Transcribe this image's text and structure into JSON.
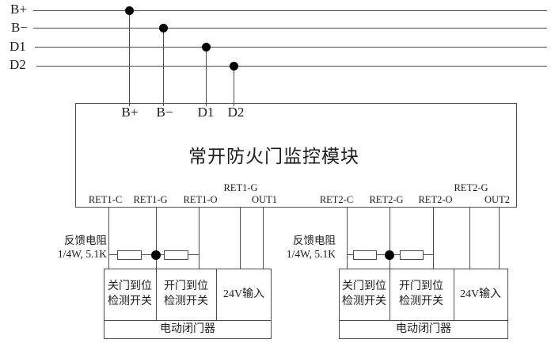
{
  "colors": {
    "line": "#4d4d4d",
    "text": "#1c1c1c",
    "dot": "#000000",
    "background": "#ffffff"
  },
  "bus": {
    "labels": [
      "B+",
      "B−",
      "D1",
      "D2"
    ]
  },
  "module": {
    "title": "常开防火门监控模块",
    "top_terminals": [
      "B+",
      "B−",
      "D1",
      "D2"
    ],
    "left_terminals": [
      "RET1-C",
      "RET1-G",
      "RET1-O",
      "RET1-G",
      "OUT1"
    ],
    "right_terminals": [
      "RET2-C",
      "RET2-G",
      "RET2-O",
      "RET2-G",
      "OUT2"
    ]
  },
  "feedback_note": {
    "line1": "反馈电阻",
    "line2": "1/4W, 5.1K"
  },
  "door_closer": {
    "cell1": [
      "关门到位",
      "检测开关"
    ],
    "cell2": [
      "开门到位",
      "检测开关"
    ],
    "cell3": "24V输入",
    "name": "电动闭门器"
  }
}
